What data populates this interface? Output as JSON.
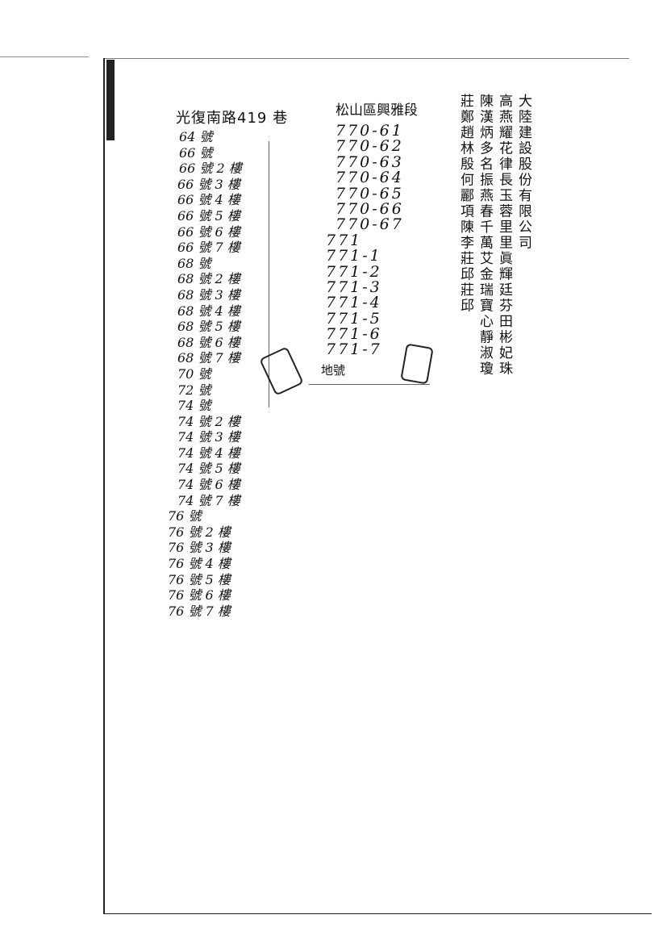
{
  "address_column": {
    "header": "光復南路419 巷",
    "rows": [
      "64 號",
      "66 號",
      "66 號 2 樓",
      "66 號 3 樓",
      "66 號 4 樓",
      "66 號 5 樓",
      "66 號 6 樓",
      "66 號 7 樓",
      "68 號",
      "68 號 2 樓",
      "68 號 3 樓",
      "68 號 4 樓",
      "68 號 5 樓",
      "68 號 6 樓",
      "68 號 7 樓",
      "70 號",
      "72 號",
      "74 號",
      "74 號 2 樓",
      "74 號 3 樓",
      "74 號 4 樓",
      "74 號 5 樓",
      "74 號 6 樓",
      "74 號 7 樓",
      "76 號",
      "76 號 2 樓",
      "76 號 3 樓",
      "76 號 4 樓",
      "76 號 5 樓",
      "76 號 6 樓",
      "76 號 7 樓"
    ]
  },
  "lot_column": {
    "header": "松山區興雅段",
    "rows": [
      "770-61",
      "770-62",
      "770-63",
      "770-64",
      "770-65",
      "770-66",
      "770-67",
      "771",
      "771-1",
      "771-2",
      "771-3",
      "771-4",
      "771-5",
      "771-6",
      "771-7"
    ],
    "footer": "地號"
  },
  "owner_columns": [
    "大陸建設股份有限公司",
    "高燕耀花律長玉蓉里里眞輝廷芬田彬妃珠",
    "陳漢炳多名振燕春千萬艾金瑞寶心靜淑瓊",
    "莊鄭趙林殷何酈項陳李莊邱莊邱"
  ]
}
